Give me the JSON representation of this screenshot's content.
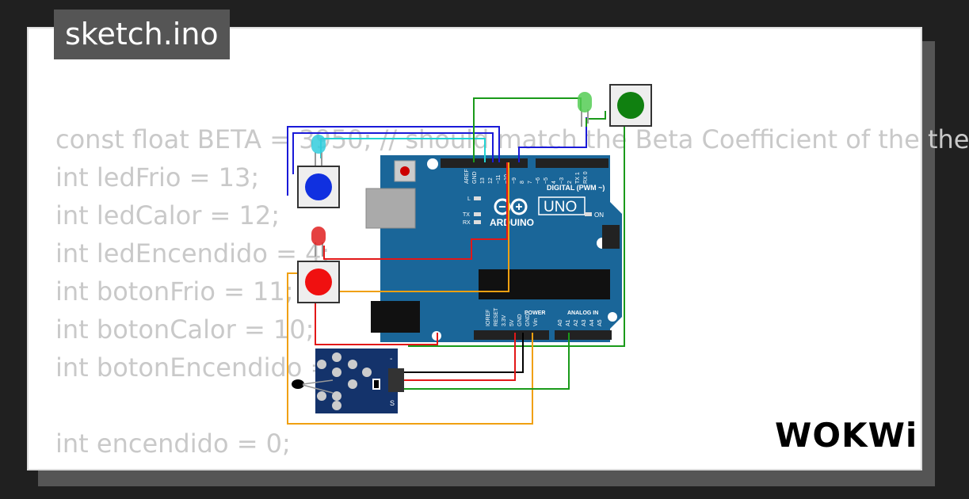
{
  "file_tab": {
    "label": "sketch.ino"
  },
  "code_lines": [
    "const float BETA = 3950; // should match the Beta Coefficient of the the",
    "int ledFrio = 13;",
    "int ledCalor = 12;",
    "int ledEncendido = 4;",
    "int botonFrio = 11;",
    "int botonCalor = 10;",
    "int botonEncendido = 3;",
    "",
    "int encendido = 0;"
  ],
  "board": {
    "brand": "ARDUINO",
    "model": "UNO",
    "digital_label": "DIGITAL (PWM ~)",
    "power_label": "POWER",
    "analog_label": "ANALOG IN",
    "on_label": "ON",
    "l_label": "L",
    "tx_label": "TX",
    "rx_label": "RX",
    "top_pins": [
      "AREF",
      "GND",
      "13",
      "12",
      "~11",
      "~10",
      "~9",
      "8",
      "7",
      "~6",
      "~5",
      "4",
      "~3",
      "2",
      "TX 1",
      "RX 0"
    ],
    "power_pins": [
      "IOREF",
      "RESET",
      "3.3V",
      "5V",
      "GND",
      "GND",
      "Vin"
    ],
    "analog_pins": [
      "A0",
      "A1",
      "A2",
      "A3",
      "A4",
      "A5"
    ]
  },
  "sensor": {
    "minus_label": "-",
    "signal_label": "S"
  },
  "logo": {
    "text": "WOKWi"
  },
  "colors": {
    "board": "#1a6699",
    "wire_blue": "#1a1ad8",
    "wire_cyan": "#22d4d4",
    "wire_red": "#e21818",
    "wire_green": "#1a9a1a",
    "wire_orange": "#f0a010",
    "wire_black": "#000000",
    "led_blue": "#33ccdd",
    "led_red": "#e02020",
    "led_green": "#55cc55",
    "button_blue": "#1030e0",
    "button_red": "#f01010",
    "button_green": "#108010"
  }
}
